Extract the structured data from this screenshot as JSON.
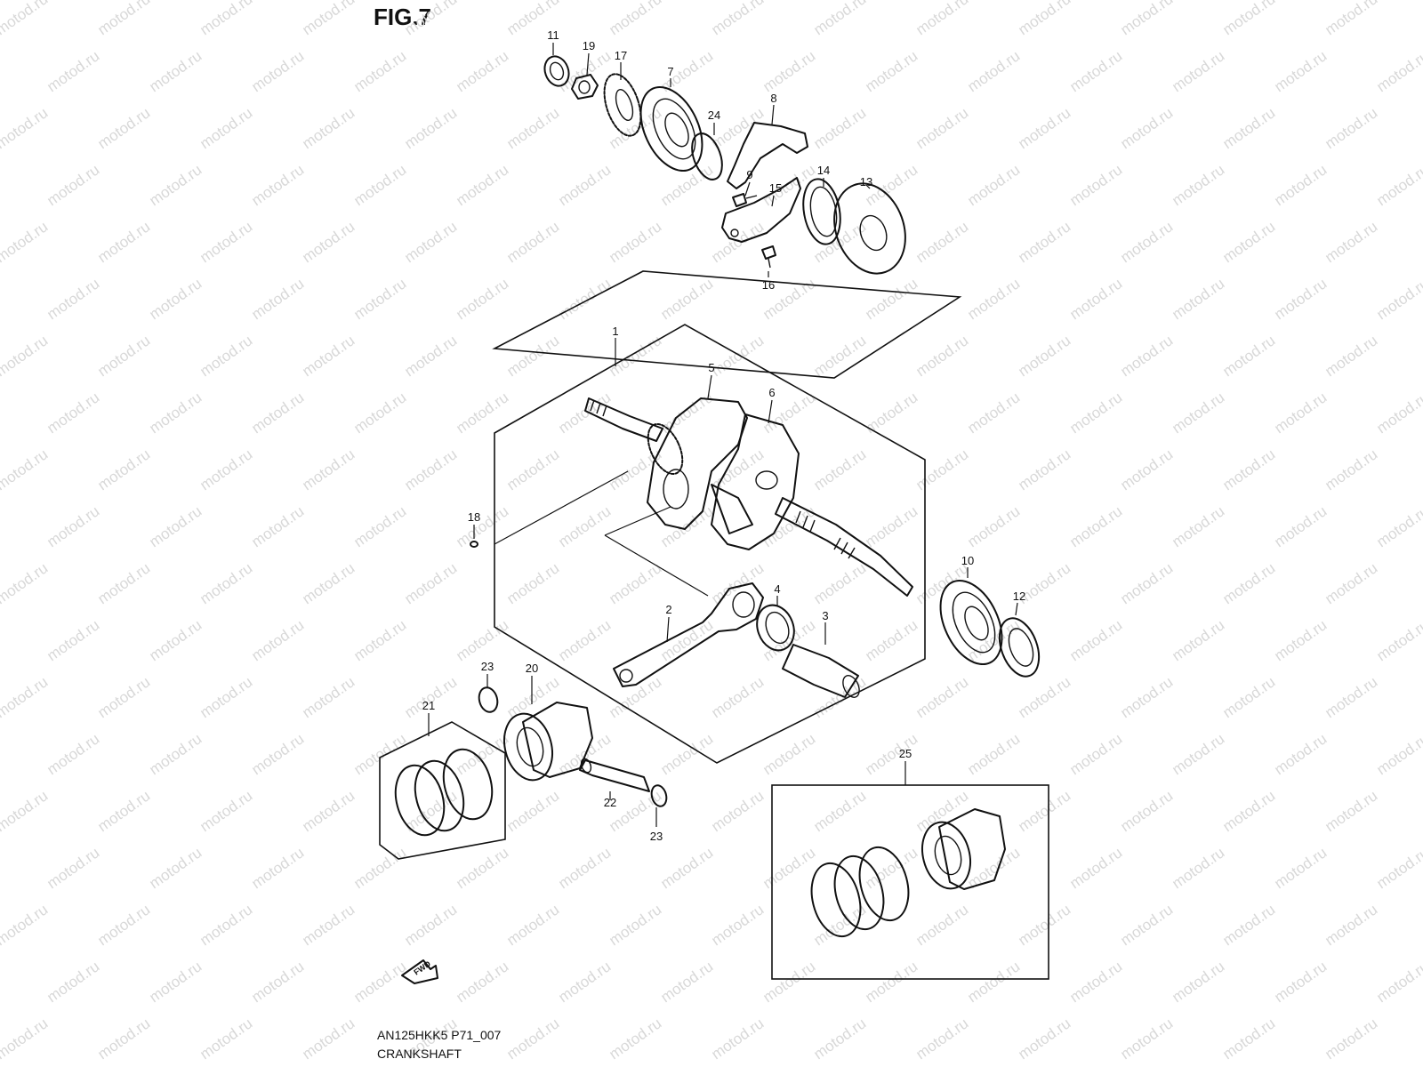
{
  "figure": {
    "title": "FIG.7",
    "code": "AN125HKK5 P71_007",
    "name": "CRANKSHAFT"
  },
  "watermark": {
    "text": "motod.ru",
    "color": "#d8d8d8"
  },
  "direction_indicator": {
    "label": "FWD",
    "icon": "fwd-arrow-icon"
  },
  "callouts": [
    {
      "id": "11",
      "label": "11"
    },
    {
      "id": "19",
      "label": "19"
    },
    {
      "id": "17",
      "label": "17"
    },
    {
      "id": "7",
      "label": "7"
    },
    {
      "id": "24",
      "label": "24"
    },
    {
      "id": "8",
      "label": "8"
    },
    {
      "id": "9",
      "label": "9"
    },
    {
      "id": "15",
      "label": "15"
    },
    {
      "id": "14",
      "label": "14"
    },
    {
      "id": "13",
      "label": "13"
    },
    {
      "id": "16",
      "label": "16"
    },
    {
      "id": "1",
      "label": "1"
    },
    {
      "id": "5",
      "label": "5"
    },
    {
      "id": "6",
      "label": "6"
    },
    {
      "id": "18",
      "label": "18"
    },
    {
      "id": "10",
      "label": "10"
    },
    {
      "id": "12",
      "label": "12"
    },
    {
      "id": "4",
      "label": "4"
    },
    {
      "id": "2",
      "label": "2"
    },
    {
      "id": "3",
      "label": "3"
    },
    {
      "id": "23a",
      "label": "23"
    },
    {
      "id": "20",
      "label": "20"
    },
    {
      "id": "21",
      "label": "21"
    },
    {
      "id": "22",
      "label": "22"
    },
    {
      "id": "23b",
      "label": "23"
    },
    {
      "id": "25",
      "label": "25"
    }
  ]
}
